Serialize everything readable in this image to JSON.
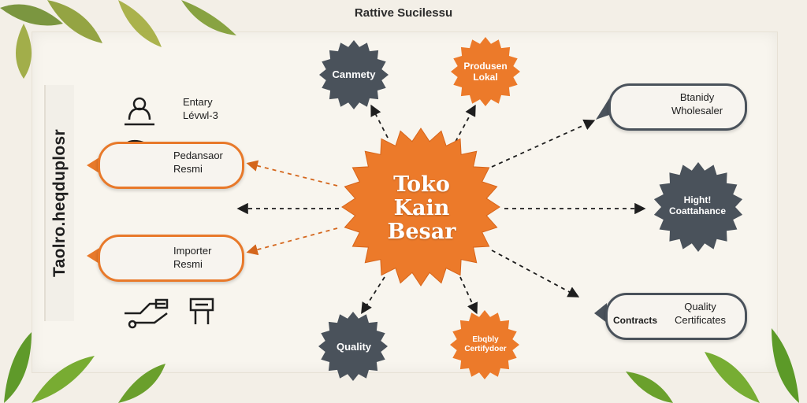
{
  "header": {
    "title": "Rattive Sucilessu"
  },
  "side_label": "Taolro.heqduplosr",
  "center": {
    "line1": "Toko",
    "line2": "Kain",
    "line3": "Besar"
  },
  "nodes": {
    "top_left": "Canmety",
    "top_mid": {
      "line1": "Produsen",
      "line2": "Lokal"
    },
    "right_mid": {
      "line1": "Hight!",
      "line2": "Coattahance"
    },
    "bottom_left": "Quality",
    "bottom_mid": {
      "line1": "Ebqbly",
      "line2": "Certifydoer"
    }
  },
  "left_items": {
    "entry": {
      "line1": "Entary",
      "line2": "Lévwl-3"
    },
    "pill1": {
      "line1": "Pedansaor",
      "line2": "Resmi"
    },
    "pill2": {
      "line1": "Importer",
      "line2": "Resmi"
    }
  },
  "right_items": {
    "pill_top": {
      "line1": "Btanidy",
      "line2": "Wholesaler"
    },
    "pill_bottom": {
      "left": "Contracts",
      "line1": "Quality",
      "line2": "Certificates"
    }
  },
  "colors": {
    "orange": "#e8792a",
    "dark": "#4a525b",
    "paper": "#f8f5ee"
  },
  "icons": [
    "entry-person-icon",
    "person-glasses-icon",
    "house-icon",
    "handshake-icon",
    "signpost-icon",
    "building-icon",
    "contracts-icon"
  ]
}
